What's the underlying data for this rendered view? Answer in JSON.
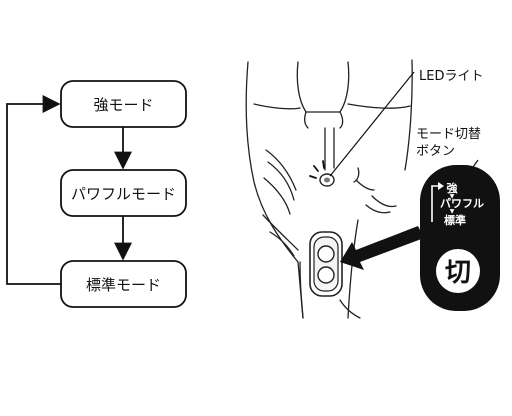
{
  "flow": {
    "boxes": [
      {
        "id": "strong",
        "label": "強モード"
      },
      {
        "id": "power",
        "label": "パワフルモード"
      },
      {
        "id": "standard",
        "label": "標準モード"
      }
    ]
  },
  "callouts": {
    "led": "LEDライト",
    "mode_switch_line1": "モード切替",
    "mode_switch_line2": "ボタン"
  },
  "panel": {
    "mode_strong": "強",
    "mode_power": "パワフル",
    "mode_standard": "標準",
    "off_label": "切",
    "background_color": "#111111",
    "text_color": "#ffffff"
  },
  "icons": {
    "led_rays": "sparkle-icon",
    "pointer": "arrow-icon"
  }
}
